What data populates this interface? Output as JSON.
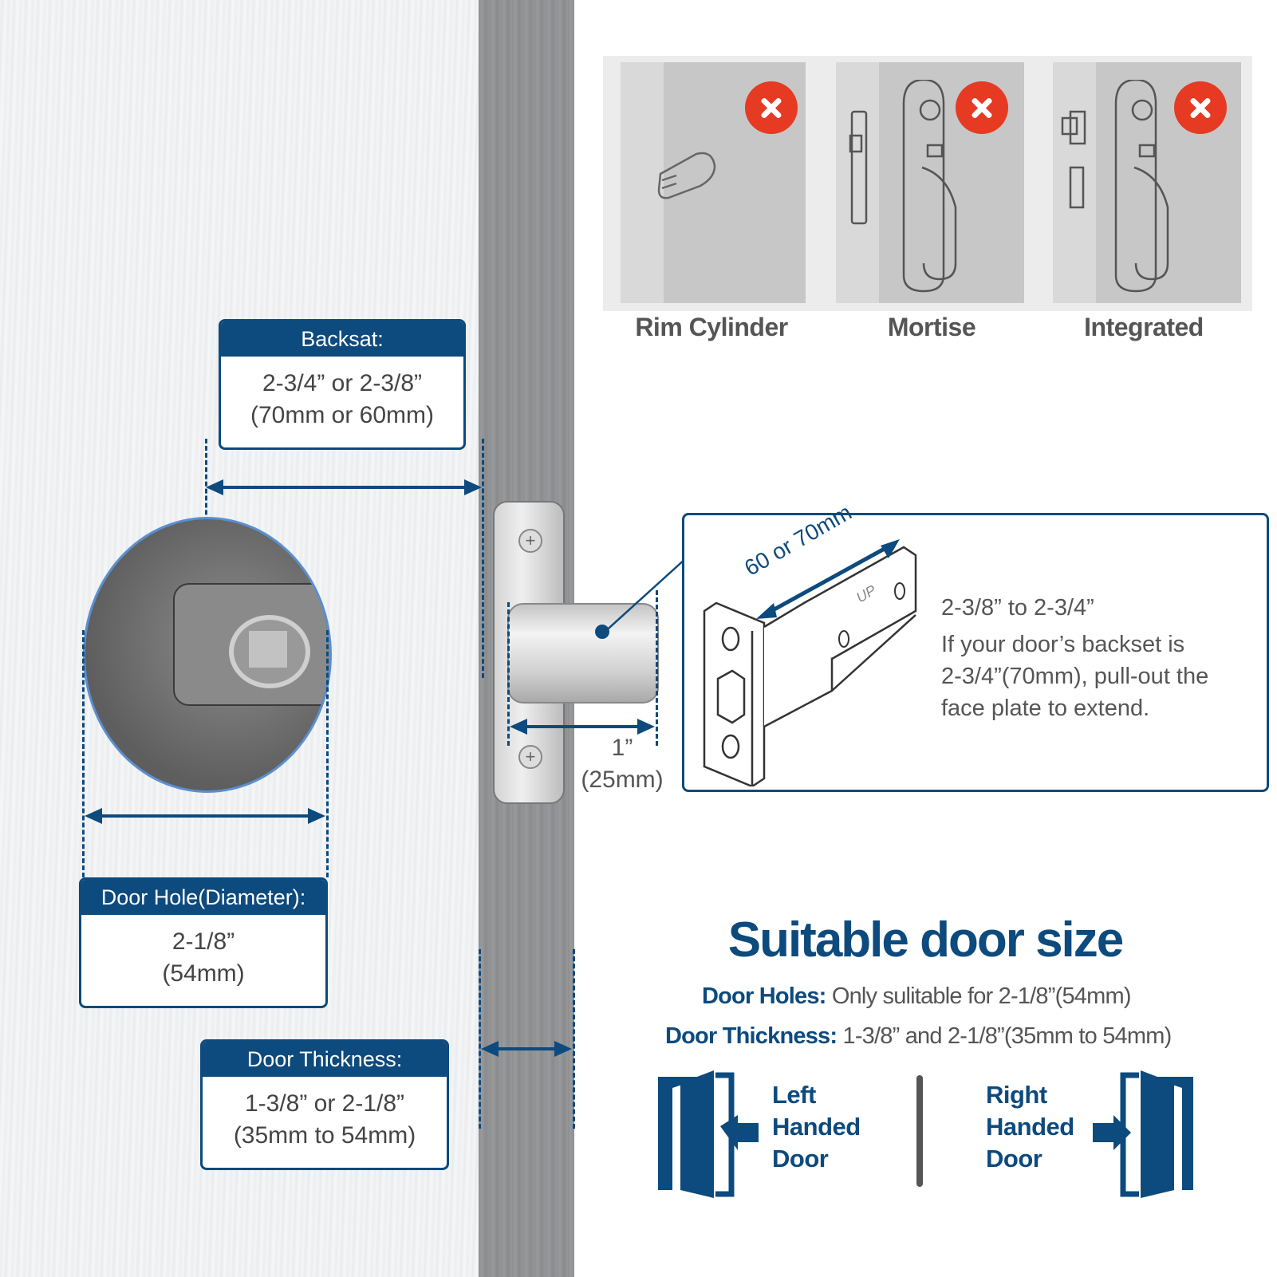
{
  "incompatible_types": {
    "items": [
      {
        "label": "Rim Cylinder",
        "status_icon": "x-circle-icon"
      },
      {
        "label": "Mortise",
        "status_icon": "x-circle-icon"
      },
      {
        "label": "Integrated",
        "status_icon": "x-circle-icon"
      }
    ]
  },
  "backset_box": {
    "title": "Backsat:",
    "line1": "2-3/4” or 2-3/8”",
    "line2": "(70mm or 60mm)"
  },
  "door_hole_box": {
    "title": "Door Hole(Diameter):",
    "line1": "2-1/8”",
    "line2": "(54mm)"
  },
  "door_thickness_box": {
    "title": "Door Thickness:",
    "line1": "1-3/8” or 2-1/8”",
    "line2": "(35mm to 54mm)"
  },
  "latch_extension": {
    "line1": "1”",
    "line2": "(25mm)"
  },
  "latch_detail": {
    "dimension_label": "60 or 70mm",
    "plate_mark": "UP",
    "range": "2-3/8” to 2-3/4”",
    "note_line1": "If your door’s backset is",
    "note_line2": "2-3/4”(70mm), pull-out the",
    "note_line3": "face plate to extend."
  },
  "suitable": {
    "title": "Suitable door size",
    "holes_label": "Door Holes:",
    "holes_value": "Only sulitable for 2-1/8”(54mm)",
    "thickness_label": "Door Thickness:",
    "thickness_value": "1-3/8” and 2-1/8”(35mm to 54mm)"
  },
  "handedness": {
    "left": {
      "line1": "Left",
      "line2": "Handed",
      "line3": "Door"
    },
    "right": {
      "line1": "Right",
      "line2": "Handed",
      "line3": "Door"
    }
  },
  "colors": {
    "brand_blue": "#0d4a7d",
    "x_red": "#e63a22",
    "text_gray": "#555555"
  }
}
